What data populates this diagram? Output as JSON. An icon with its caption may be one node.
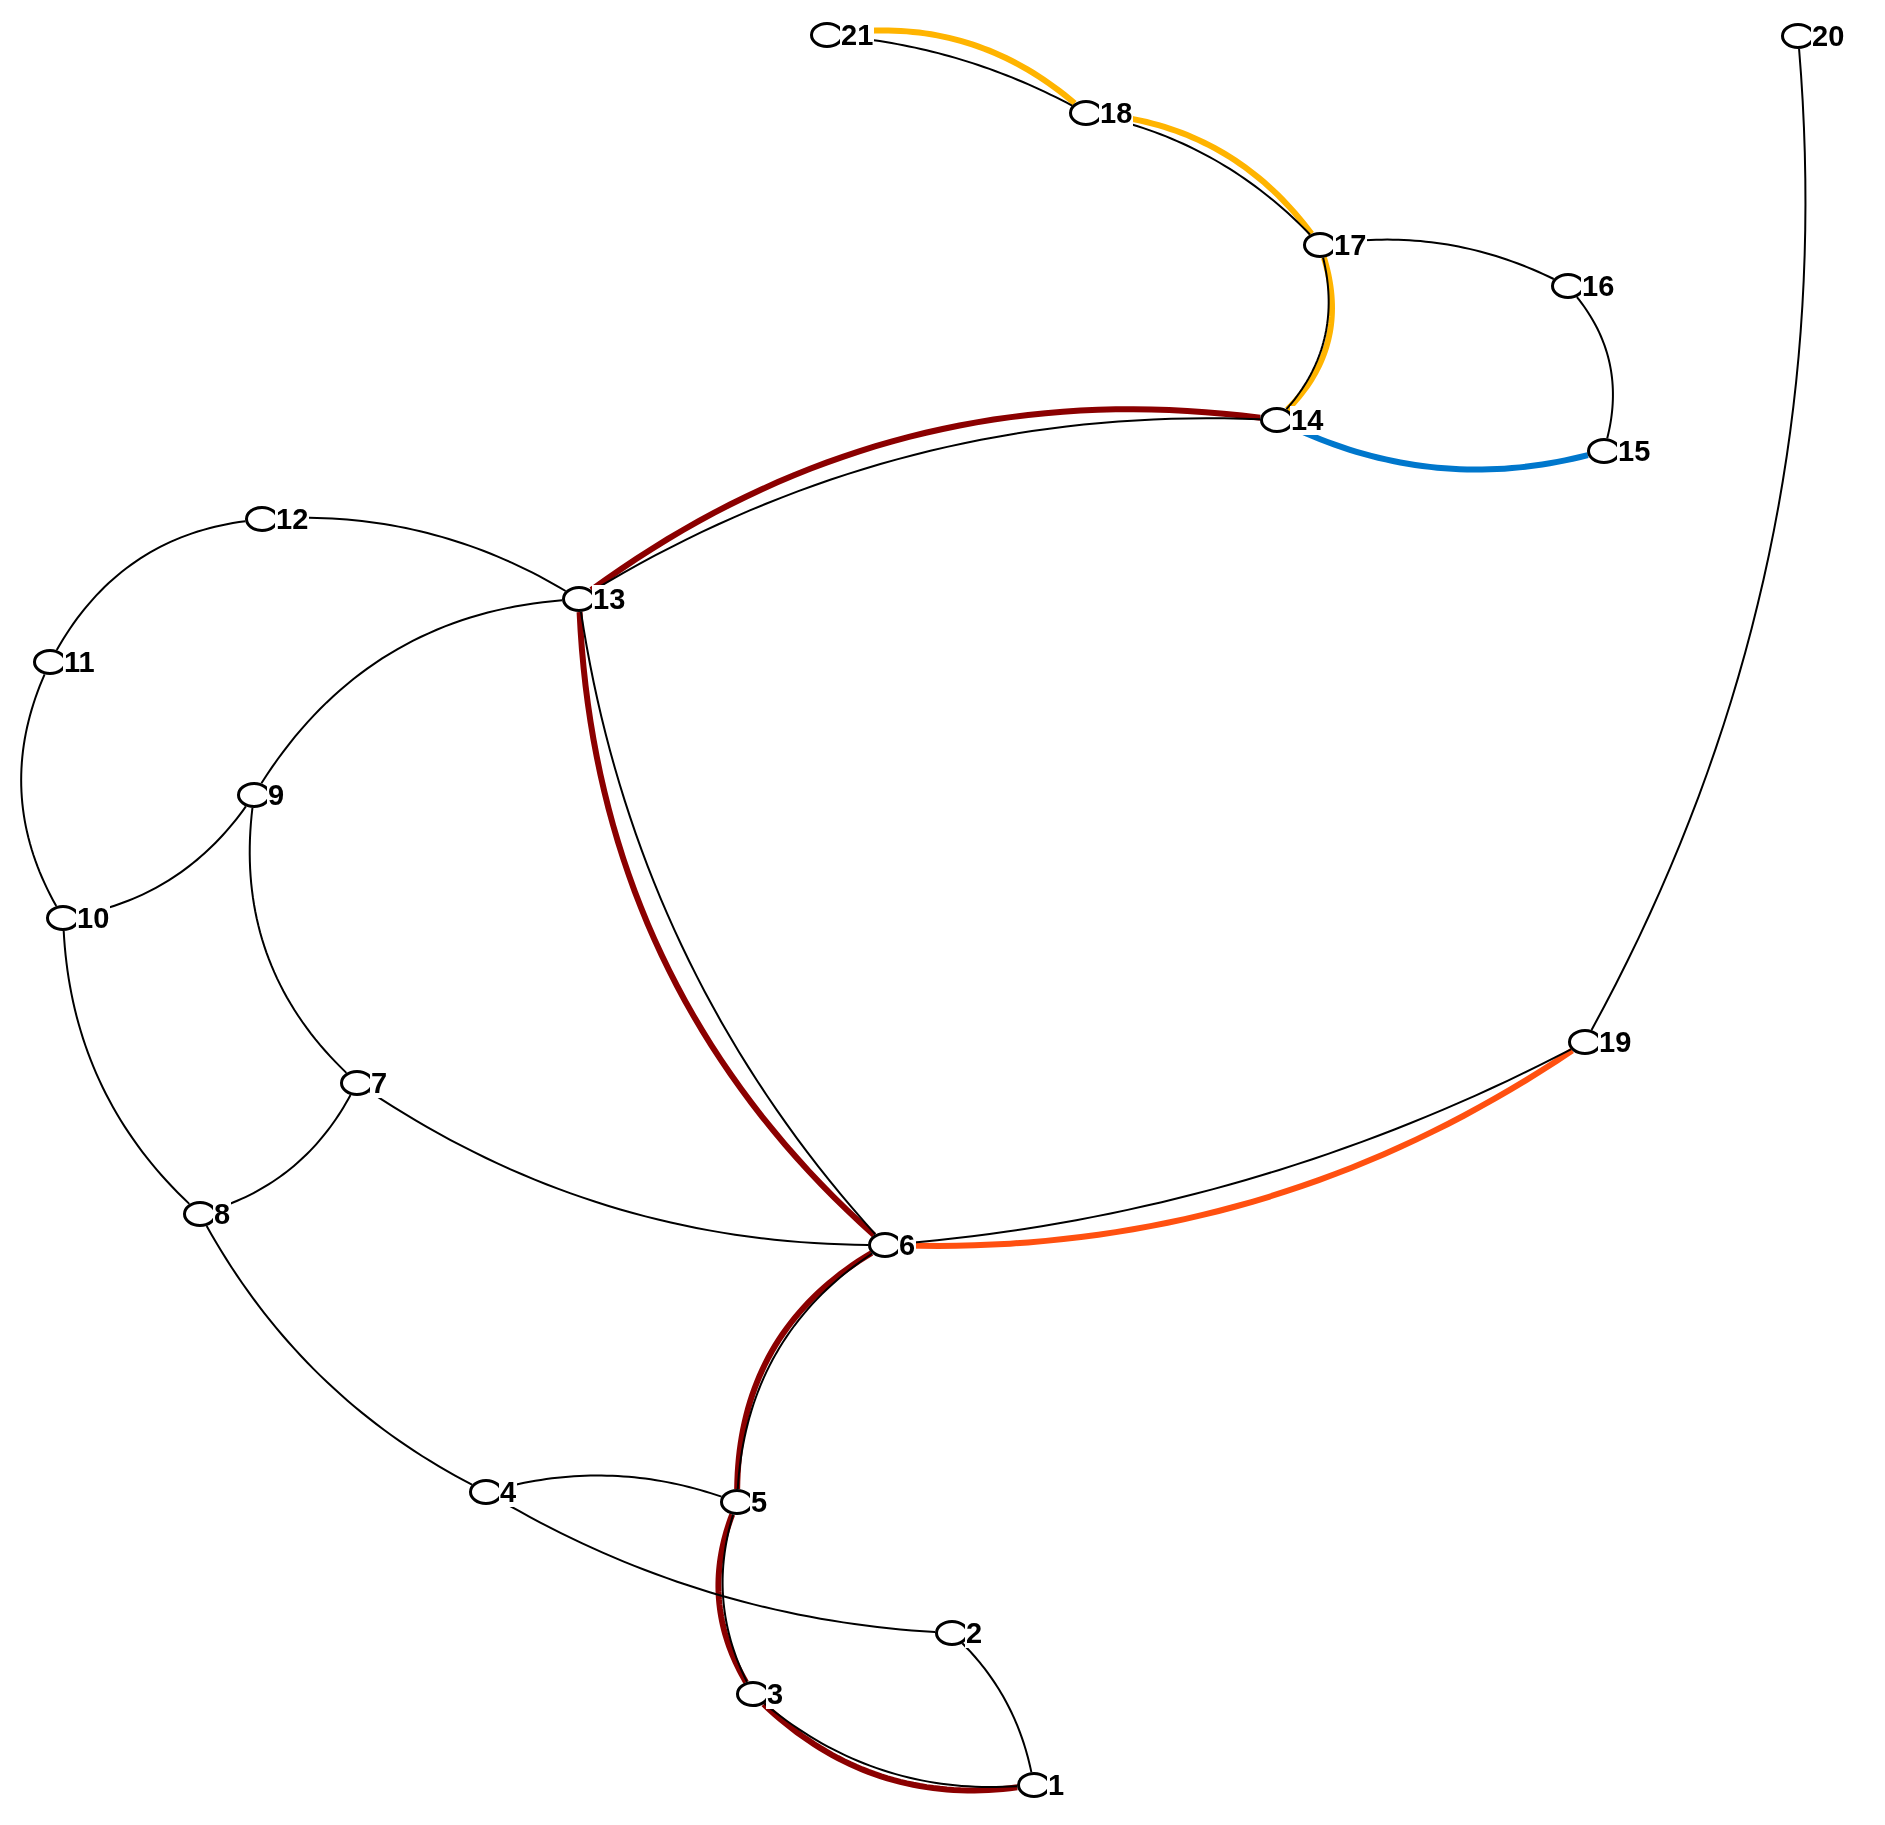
{
  "diagram": {
    "nodes": [
      {
        "text": [],
        "shape": "circle",
        "beside": [
          "1"
        ]
      },
      {
        "text": [],
        "shape": "circle",
        "beside": [
          "2"
        ]
      },
      {
        "text": [],
        "shape": "circle",
        "beside": [
          "3"
        ]
      },
      {
        "text": [],
        "shape": "circle",
        "beside": [
          "4"
        ]
      },
      {
        "text": [],
        "shape": "circle",
        "beside": [
          "5"
        ]
      },
      {
        "text": [],
        "shape": "circle",
        "beside": [
          "6"
        ]
      },
      {
        "text": [],
        "shape": "circle",
        "beside": [
          "7"
        ]
      },
      {
        "text": [],
        "shape": "circle",
        "beside": [
          "8"
        ]
      },
      {
        "text": [],
        "shape": "circle",
        "beside": [
          "9"
        ]
      },
      {
        "text": [],
        "shape": "circle",
        "beside": [
          "10"
        ]
      },
      {
        "text": [],
        "shape": "circle",
        "beside": [
          "11"
        ]
      },
      {
        "text": [],
        "shape": "circle",
        "beside": [
          "12"
        ]
      },
      {
        "text": [],
        "shape": "circle",
        "beside": [
          "13"
        ]
      },
      {
        "text": [],
        "shape": "circle",
        "beside": [
          "14"
        ]
      },
      {
        "text": [],
        "shape": "circle",
        "beside": [
          "15"
        ]
      },
      {
        "text": [],
        "shape": "circle",
        "beside": [
          "16"
        ]
      },
      {
        "text": [],
        "shape": "circle",
        "beside": [
          "17"
        ]
      },
      {
        "text": [],
        "shape": "circle",
        "beside": [
          "18"
        ]
      },
      {
        "text": [],
        "shape": "circle",
        "beside": [
          "19"
        ]
      },
      {
        "text": [],
        "shape": "circle",
        "beside": [
          "20"
        ]
      },
      {
        "text": [],
        "shape": "circle",
        "beside": [
          "21"
        ]
      }
    ],
    "edges": [
      {
        "from": 0,
        "to": 2,
        "arrow": "none",
        "style": "thick",
        "color": "#8b0000"
      },
      {
        "from": 2,
        "to": 4,
        "arrow": "none",
        "style": "thick",
        "color": "#8b0000"
      },
      {
        "from": 4,
        "to": 5,
        "arrow": "none",
        "style": "thick",
        "color": "#8b0000"
      },
      {
        "from": 5,
        "to": 12,
        "arrow": "none",
        "style": "thick",
        "color": "#8b0000"
      },
      {
        "from": 12,
        "to": 13,
        "arrow": "none",
        "style": "thick",
        "color": "#8b0000"
      },
      {
        "from": 5,
        "to": 18,
        "arrow": "none",
        "style": "thick",
        "color": "#ff5010"
      },
      {
        "from": 17,
        "to": 20,
        "arrow": "none",
        "style": "thick",
        "color": "#ffb400"
      },
      {
        "from": 16,
        "to": 17,
        "arrow": "none",
        "style": "thick",
        "color": "#ffb400"
      },
      {
        "from": 13,
        "to": 16,
        "arrow": "none",
        "style": "thick",
        "color": "#ffb400"
      },
      {
        "from": 13,
        "to": 14,
        "arrow": "none",
        "style": "thick",
        "color": "#0077cc"
      },
      {
        "from": 0,
        "to": 1,
        "arrow": "none"
      },
      {
        "from": 0,
        "to": 2,
        "arrow": "none"
      },
      {
        "from": 1,
        "to": 3,
        "arrow": "none"
      },
      {
        "from": 2,
        "to": 4,
        "arrow": "none"
      },
      {
        "from": 3,
        "to": 4,
        "arrow": "none"
      },
      {
        "from": 3,
        "to": 7,
        "arrow": "none"
      },
      {
        "from": 4,
        "to": 5,
        "arrow": "none"
      },
      {
        "from": 5,
        "to": 6,
        "arrow": "none"
      },
      {
        "from": 5,
        "to": 12,
        "arrow": "none"
      },
      {
        "from": 5,
        "to": 18,
        "arrow": "none"
      },
      {
        "from": 6,
        "to": 7,
        "arrow": "none"
      },
      {
        "from": 6,
        "to": 8,
        "arrow": "none"
      },
      {
        "from": 7,
        "to": 9,
        "arrow": "none"
      },
      {
        "from": 8,
        "to": 9,
        "arrow": "none"
      },
      {
        "from": 8,
        "to": 12,
        "arrow": "none"
      },
      {
        "from": 9,
        "to": 10,
        "arrow": "none"
      },
      {
        "from": 10,
        "to": 11,
        "arrow": "none"
      },
      {
        "from": 11,
        "to": 12,
        "arrow": "none"
      },
      {
        "from": 12,
        "to": 13,
        "arrow": "none"
      },
      {
        "from": 13,
        "to": 16,
        "arrow": "none"
      },
      {
        "from": 14,
        "to": 15,
        "arrow": "none"
      },
      {
        "from": 15,
        "to": 16,
        "arrow": "none"
      },
      {
        "from": 16,
        "to": 17,
        "arrow": "none"
      },
      {
        "from": 17,
        "to": 20,
        "arrow": "none"
      },
      {
        "from": 18,
        "to": 19,
        "arrow": "none"
      }
    ]
  }
}
